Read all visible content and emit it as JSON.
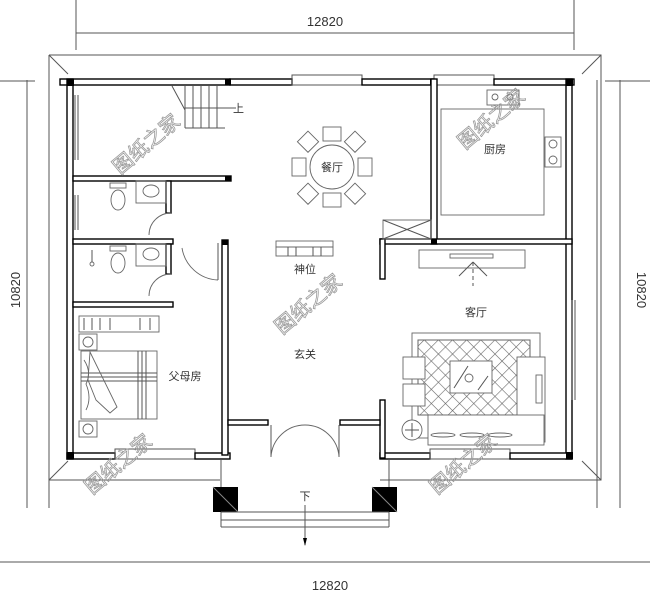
{
  "dimensions": {
    "top_width": "12820",
    "bottom_width": "12820",
    "left_height": "10820",
    "right_height": "10820"
  },
  "rooms": {
    "dining": "餐厅",
    "kitchen": "厨房",
    "shrine": "神位",
    "living": "客厅",
    "parents_bedroom": "父母房",
    "foyer": "玄关"
  },
  "stairs": {
    "up_label": "上",
    "down_label": "下"
  },
  "watermark": {
    "text": "图纸之家",
    "positions": 6
  },
  "colors": {
    "wall": "#000000",
    "line": "#555555",
    "watermark": "#9a9a9a",
    "background": "#ffffff"
  }
}
